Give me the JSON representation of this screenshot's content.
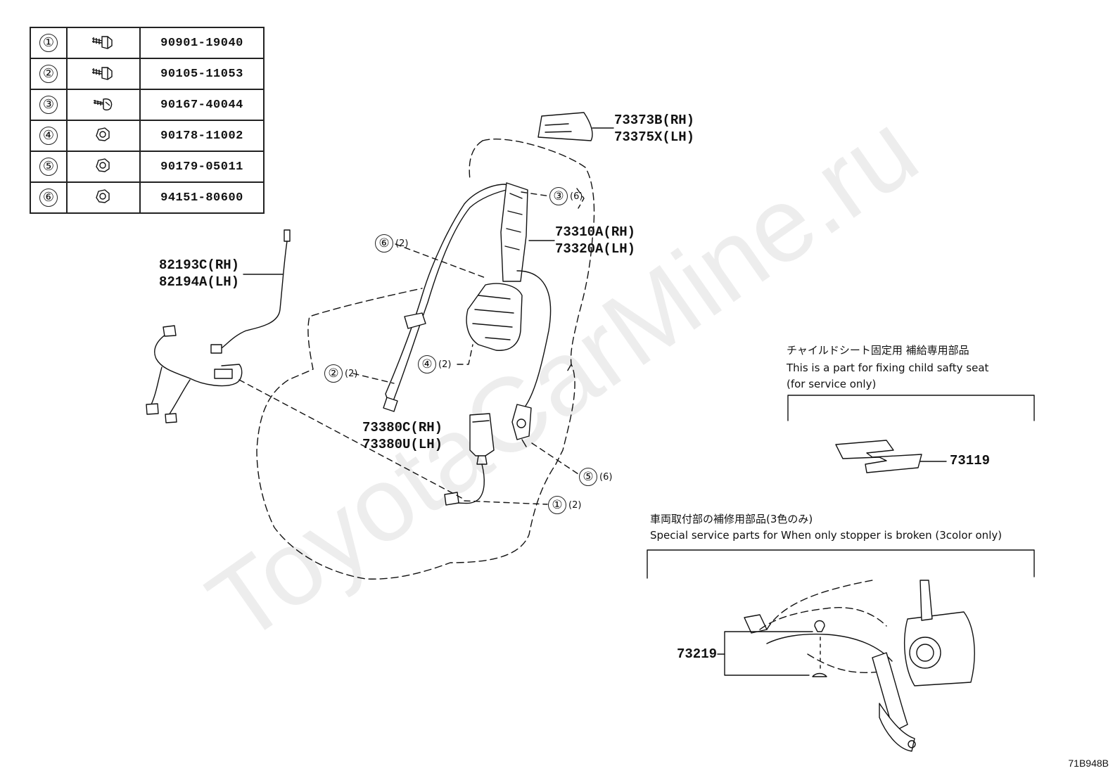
{
  "watermark": "ToyotaCarMine.ru",
  "parts_table": [
    {
      "num": "①",
      "icon": "bolt-icon",
      "part_no": "90901-19040"
    },
    {
      "num": "②",
      "icon": "bolt-icon",
      "part_no": "90105-11053"
    },
    {
      "num": "③",
      "icon": "screw-icon",
      "part_no": "90167-40044"
    },
    {
      "num": "④",
      "icon": "nut-icon",
      "part_no": "90178-11002"
    },
    {
      "num": "⑤",
      "icon": "nut-icon",
      "part_no": "90179-05011"
    },
    {
      "num": "⑥",
      "icon": "nut-icon",
      "part_no": "94151-80600"
    }
  ],
  "labels": {
    "cover_rh": "73373B(RH)",
    "cover_lh": "73375X(LH)",
    "belt_rh": "73310A(RH)",
    "belt_lh": "73320A(LH)",
    "harness_rh": "82193C(RH)",
    "harness_lh": "82194A(LH)",
    "buckle_rh": "73380C(RH)",
    "buckle_lh": "73380U(LH)",
    "child_part": "73119",
    "stopper_part": "73219"
  },
  "callouts": {
    "c3": {
      "num": "③",
      "qty": "(6)"
    },
    "c6": {
      "num": "⑥",
      "qty": "(2)"
    },
    "c2": {
      "num": "②",
      "qty": "(2)"
    },
    "c4": {
      "num": "④",
      "qty": "(2)"
    },
    "c5": {
      "num": "⑤",
      "qty": "(6)"
    },
    "c1": {
      "num": "①",
      "qty": "(2)"
    }
  },
  "notes": {
    "child_jp": "チャイルドシート固定用 補給専用部品",
    "child_en1": "This is a part for fixing child safty seat",
    "child_en2": "(for service only)",
    "stopper_jp": "車両取付部の補修用部品(3色のみ)",
    "stopper_en": "Special service parts for When only stopper is broken (3color only)"
  },
  "diagram_code": "71B948B"
}
